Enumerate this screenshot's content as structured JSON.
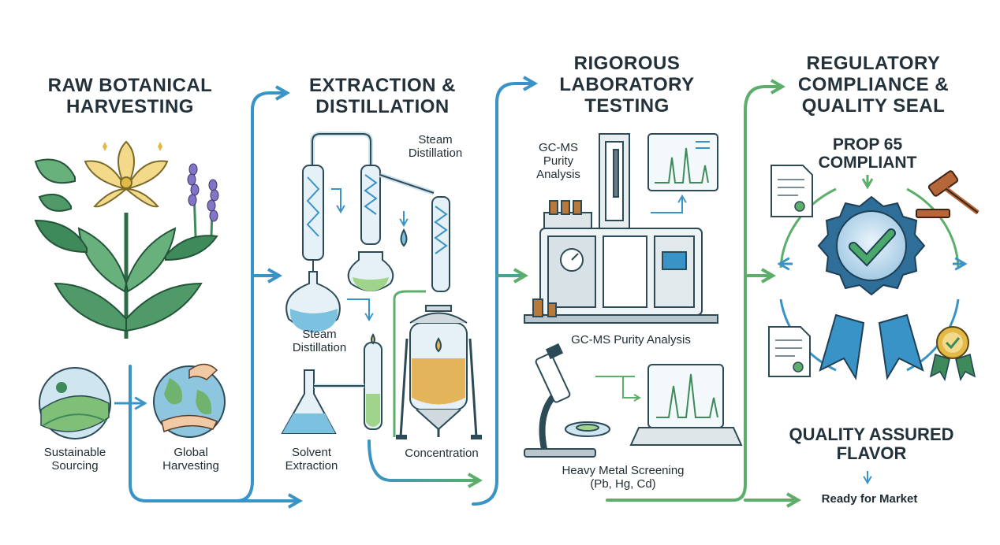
{
  "stages": [
    {
      "title_line1": "RAW BOTANICAL",
      "title_line2": "HARVESTING"
    },
    {
      "title_line1": "EXTRACTION &",
      "title_line2": "DISTILLATION"
    },
    {
      "title_line1": "RIGOROUS",
      "title_line2": "LABORATORY",
      "title_line3": "TESTING"
    },
    {
      "title_line1": "REGULATORY",
      "title_line2": "COMPLIANCE &",
      "title_line3": "QUALITY SEAL"
    }
  ],
  "harvest": {
    "sourcing_line1": "Sustainable",
    "sourcing_line2": "Sourcing",
    "global_line1": "Global",
    "global_line2": "Harvesting"
  },
  "extraction": {
    "steam_top_line1": "Steam",
    "steam_top_line2": "Distillation",
    "steam_mid_line1": "Steam",
    "steam_mid_line2": "Distillation",
    "solvent_line1": "Solvent",
    "solvent_line2": "Extraction",
    "concentration": "Concentration"
  },
  "lab": {
    "gcms_side_line1": "GC-MS",
    "gcms_side_line2": "Purity",
    "gcms_side_line3": "Analysis",
    "gcms_caption": "GC-MS Purity Analysis",
    "metal_line1": "Heavy Metal Screening",
    "metal_line2": "(Pb, Hg, Cd)"
  },
  "compliance": {
    "prop_line1": "PROP 65",
    "prop_line2": "COMPLIANT",
    "assured_line1": "QUALITY ASSURED",
    "assured_line2": "FLAVOR",
    "ready": "Ready for Market"
  },
  "colors": {
    "flow_blue": "#3a93c6",
    "flow_green": "#5cae6a",
    "leaf": "#3f8a5a",
    "flower": "#f3d98a",
    "liquid_blue": "#7cc1df",
    "liquid_green": "#9fd48a",
    "liquid_amber": "#e3b45a",
    "seal": "#2f6e99"
  },
  "icons": [
    "vanilla-flower-icon",
    "mint-leaf-icon",
    "lavender-icon",
    "field-icon",
    "globe-hands-icon",
    "condenser-icon",
    "flask-icon",
    "reactor-icon",
    "gc-ms-instrument-icon",
    "chart-monitor-icon",
    "microscope-icon",
    "laptop-spectrum-icon",
    "document-icon",
    "gavel-icon",
    "award-seal-icon",
    "badge-icon"
  ]
}
